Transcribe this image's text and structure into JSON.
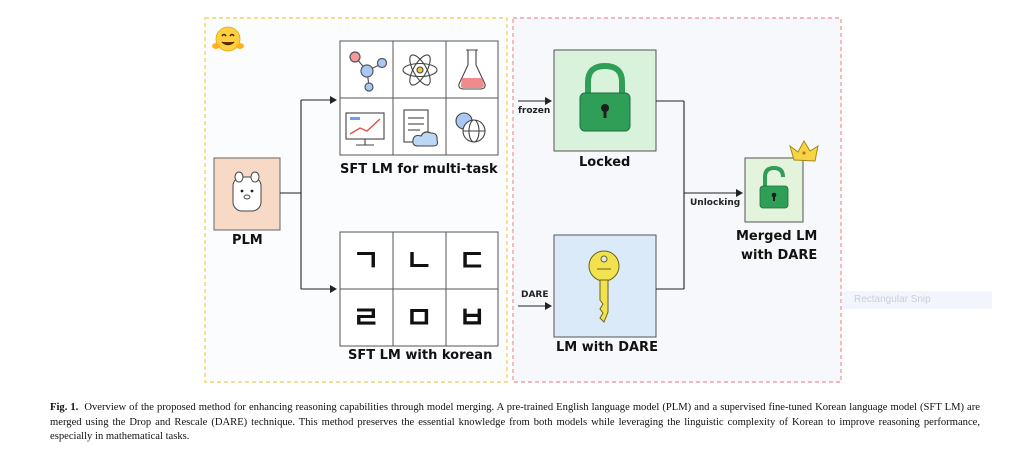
{
  "labels": {
    "plm": "PLM",
    "sft_multitask": "SFT LM for multi-task",
    "sft_korean": "SFT LM with korean",
    "locked": "Locked",
    "lm_dare": "LM with DARE",
    "merged_line1": "Merged LM",
    "merged_line2": "with DARE",
    "frozen": "frozen",
    "dare": "DARE",
    "unlocking": "Unlocking"
  },
  "korean_chars": [
    "ㄱ",
    "ㄴ",
    "ㄷ",
    "ㄹ",
    "ㅁ",
    "ㅂ"
  ],
  "overlay": {
    "snip_label": "Rectangular Snip"
  },
  "caption": {
    "fig_label": "Fig. 1.",
    "text": "Overview of the proposed method for enhancing reasoning capabilities through model merging. A pre-trained English language model (PLM) and a supervised fine-tuned Korean language model (SFT LM) are merged using the Drop and Rescale (DARE) technique. This method preserves the essential knowledge from both models while leveraging the linguistic complexity of Korean to improve reasoning performance, especially in mathematical tasks."
  },
  "colors": {
    "left_border": "#f2d36b",
    "right_border": "#f1a3a3",
    "panel_bg": "#f6f8fb",
    "plm_box": "#f8d9c6",
    "locked_box": "#d8f2dc",
    "dare_box": "#dbeaf8",
    "merged_box": "#e4f3dc",
    "lock_green": "#2f9e57",
    "key_yellow": "#f3e24f",
    "crown": "#f5d545"
  }
}
